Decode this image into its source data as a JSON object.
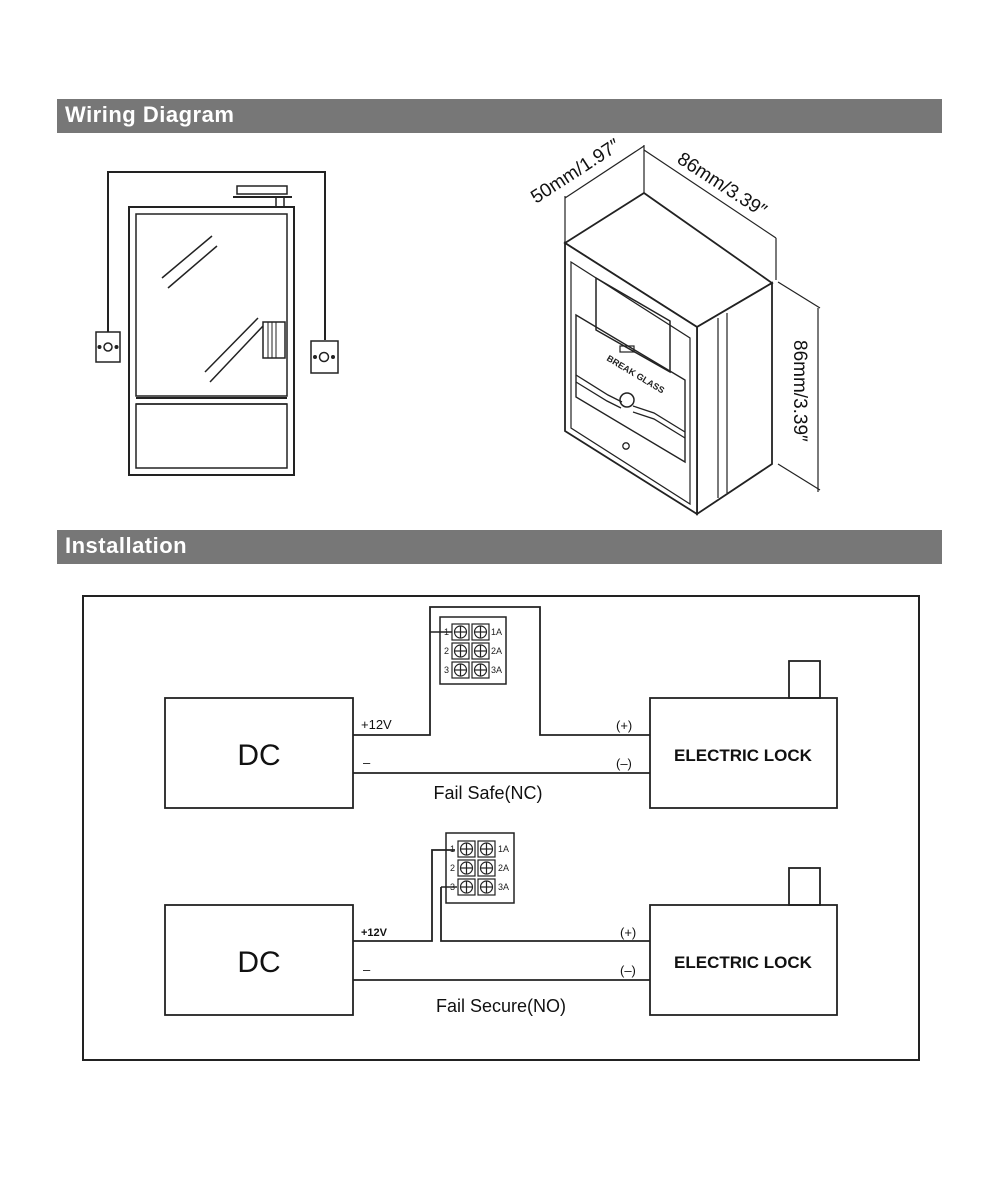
{
  "sections": {
    "wiring_title": "Wiring Diagram",
    "installation_title": "Installation"
  },
  "dimensions": {
    "depth": "50mm/1.97″",
    "width": "86mm/3.39″",
    "height": "86mm/3.39″"
  },
  "device": {
    "label": "BREAK GLASS"
  },
  "circuit_safe": {
    "power_label": "DC",
    "lock_label": "ELECTRIC LOCK",
    "plus_label": "+12V",
    "minus_label": "–",
    "lock_plus": "(+)",
    "lock_minus": "(–)",
    "caption": "Fail Safe(NC)",
    "terminals_left": [
      "1",
      "2",
      "3"
    ],
    "terminals_right": [
      "1A",
      "2A",
      "3A"
    ]
  },
  "circuit_secure": {
    "power_label": "DC",
    "lock_label": "ELECTRIC LOCK",
    "plus_label": "+12V",
    "minus_label": "–",
    "lock_plus": "(+)",
    "lock_minus": "(–)",
    "caption": "Fail Secure(NO)",
    "terminals_left": [
      "1",
      "2",
      "3"
    ],
    "terminals_right": [
      "1A",
      "2A",
      "3A"
    ]
  }
}
